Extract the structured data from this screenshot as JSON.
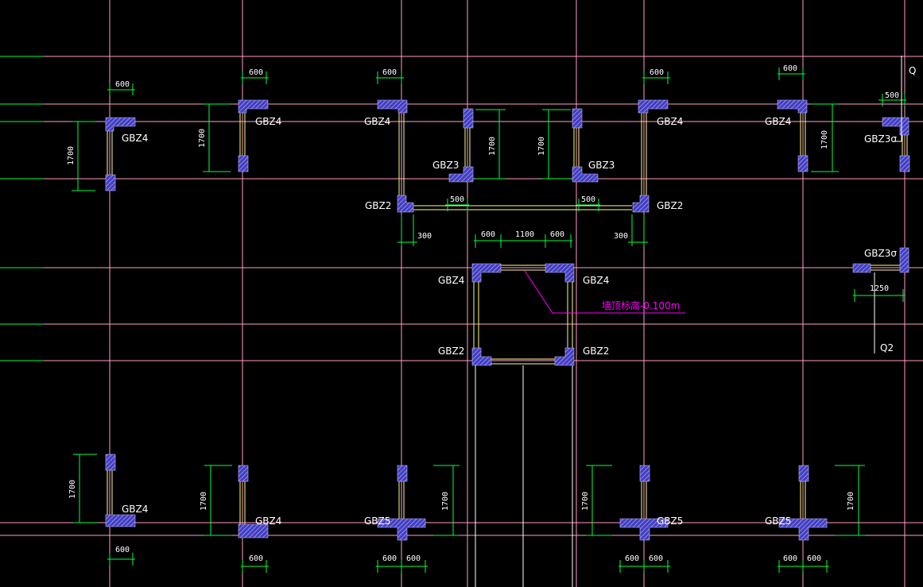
{
  "colors": {
    "background": "#000000",
    "axis_line": "#ff9ec8",
    "dimension": "#00ff40",
    "wall": "#ffff80",
    "column_fill": "#4040c0",
    "column_hatch": "#c8b4ff",
    "leader": "#ff00ff",
    "label": "#ffffff"
  },
  "labels": {
    "gbz4_1": "GBZ4",
    "gbz4_2": "GBZ4",
    "gbz4_3": "GBZ4",
    "gbz4_4": "GBZ4",
    "gbz4_5": "GBZ4",
    "gbz3a_1": "GBZ3σ",
    "gbz3_1": "GBZ3",
    "gbz3_2": "GBZ3",
    "gbz2_1": "GBZ2",
    "gbz2_2": "GBZ2",
    "gbz4_c1": "GBZ4",
    "gbz4_c2": "GBZ4",
    "gbz2_c1": "GBZ2",
    "gbz2_c2": "GBZ2",
    "gbz3a_2": "GBZ3σ",
    "q2": "Q2",
    "q_top": "Q",
    "gbz4_b1": "GBZ4",
    "gbz4_b2": "GBZ4",
    "gbz5_1": "GBZ5",
    "gbz5_2": "GBZ5",
    "gbz5_3": "GBZ5"
  },
  "dimensions": {
    "d600_1": "600",
    "d600_2": "600",
    "d600_3": "600",
    "d600_4": "600",
    "d600_5": "600",
    "d500_top": "500",
    "d1700_1": "1700",
    "d1700_2": "1700",
    "d1700_3": "1700",
    "d1700_4": "1700",
    "d1700_5": "1700",
    "d500_1": "500",
    "d500_2": "500",
    "d300_1": "300",
    "d300_2": "300",
    "d600_c1": "600",
    "d1100": "1100",
    "d600_c2": "600",
    "d1250": "1250",
    "d1700_b1": "1700",
    "d1700_b2": "1700",
    "d1700_b3": "1700",
    "d1700_b4": "1700",
    "d1700_b5": "1700",
    "d600_b1": "600",
    "d600_b2": "600",
    "d600_b3": "600",
    "d600_b4": "600",
    "d600_b5": "600",
    "d600_b6": "600",
    "d600_b7": "600",
    "d600_b8": "600"
  },
  "annotations": {
    "elevation": "墙顶标高-0.100m"
  }
}
